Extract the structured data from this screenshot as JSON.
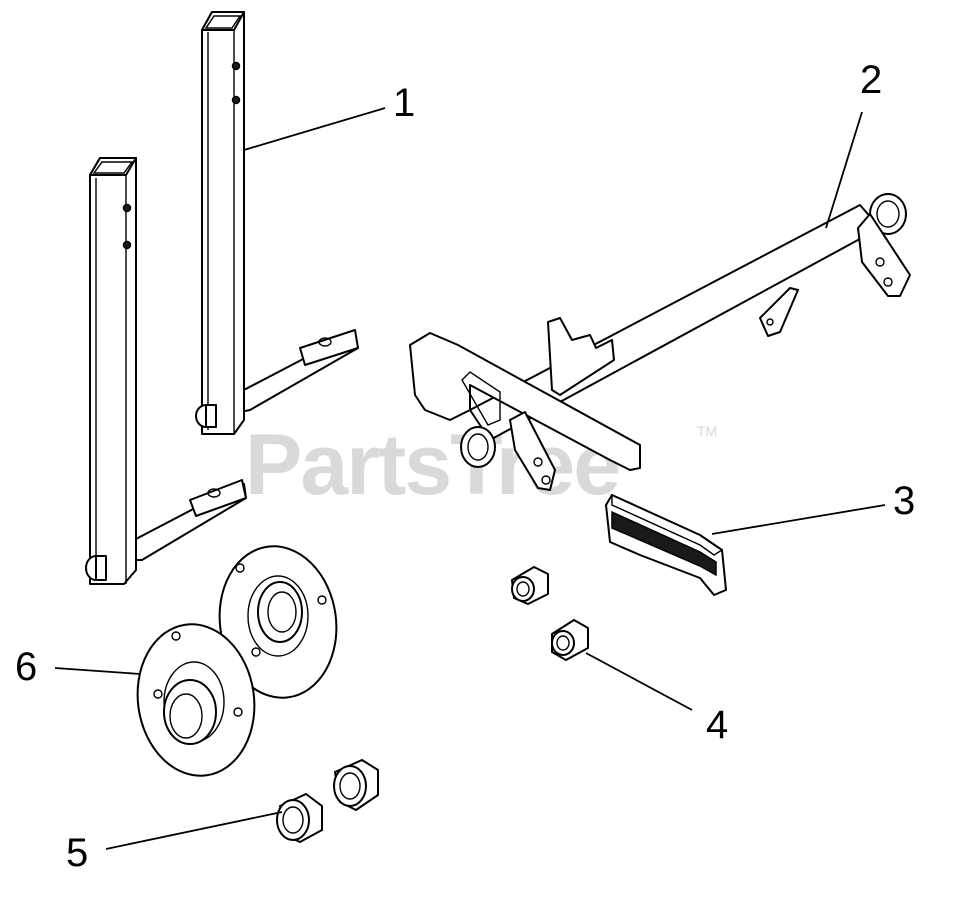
{
  "watermark": {
    "text": "PartsTree",
    "trademark": "TM"
  },
  "callouts": [
    {
      "id": "callout-1",
      "label": "1"
    },
    {
      "id": "callout-2",
      "label": "2"
    },
    {
      "id": "callout-3",
      "label": "3"
    },
    {
      "id": "callout-4",
      "label": "4"
    },
    {
      "id": "callout-5",
      "label": "5"
    },
    {
      "id": "callout-6",
      "label": "6"
    }
  ]
}
